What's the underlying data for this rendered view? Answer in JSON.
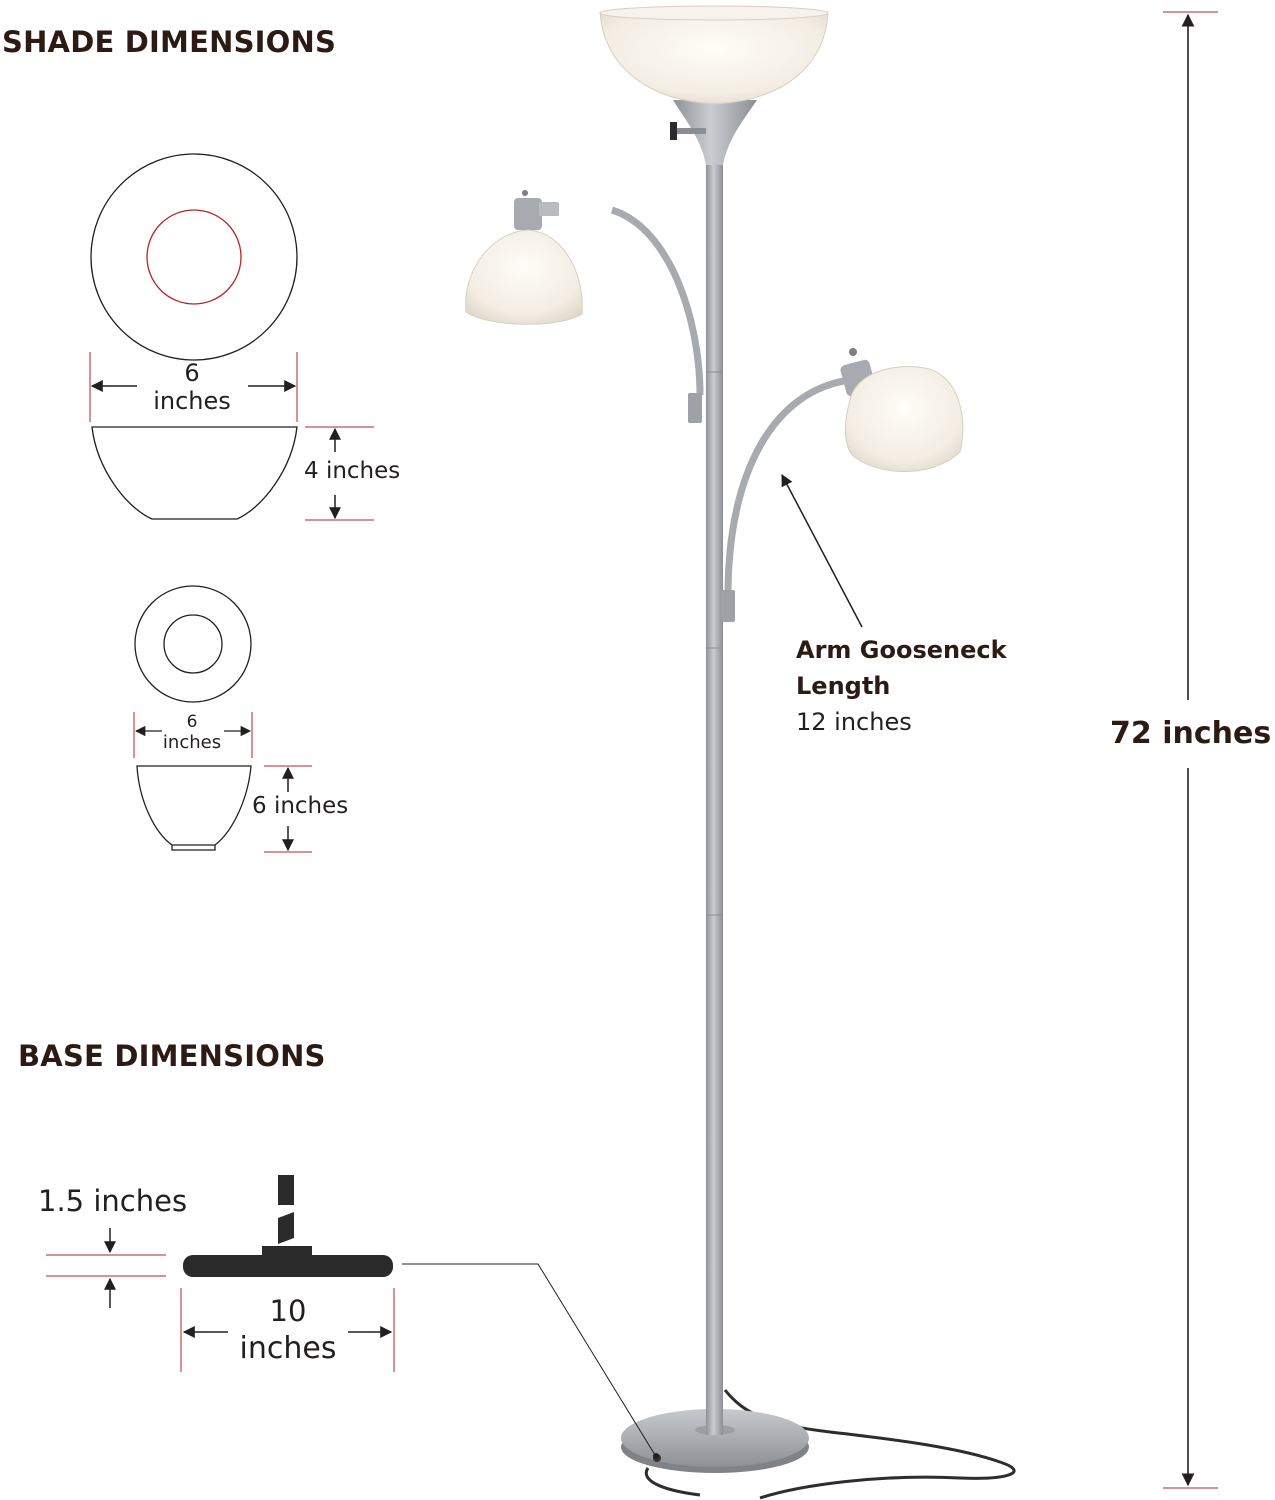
{
  "headings": {
    "shade": "SHADE DIMENSIONS",
    "base": "BASE DIMENSIONS"
  },
  "large_shade": {
    "width_value": "6",
    "width_unit": "inches",
    "height": "4 inches"
  },
  "small_shade": {
    "width_value": "6",
    "width_unit": "inches",
    "height": "6 inches"
  },
  "gooseneck": {
    "title_line1": "Arm Gooseneck",
    "title_line2": "Length",
    "value": "12 inches"
  },
  "lamp_height": "72 inches",
  "base": {
    "thickness": "1.5 inches",
    "width_value": "10",
    "width_unit": "inches"
  },
  "colors": {
    "text": "#231f1e",
    "heading": "#2c1a14",
    "accent_red": "#b3262a",
    "lamp_silver": "#a9acb1",
    "shade_glass": "#f4efe6",
    "base_black": "#2a2a2a"
  }
}
